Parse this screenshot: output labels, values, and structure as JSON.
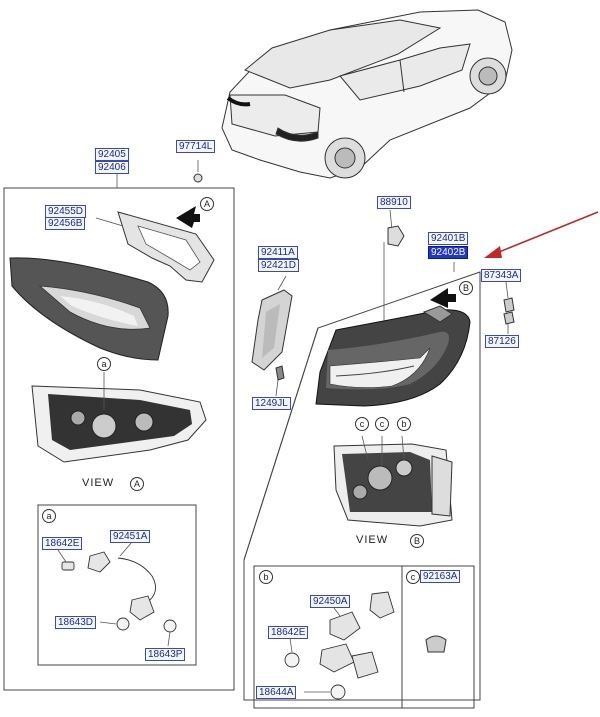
{
  "labels": {
    "p92405": "92405",
    "p92406": "92406",
    "p97714L": "97714L",
    "p92455D": "92455D",
    "p92456B": "92456B",
    "p88910": "88910",
    "p92401B": "92401B",
    "p92402B": "92402B",
    "p92411A": "92411A",
    "p92421D": "92421D",
    "p87343A": "87343A",
    "p87126": "87126",
    "p1249JL": "1249JL",
    "p18642E_a": "18642E",
    "p92451A": "92451A",
    "p18643D": "18643D",
    "p18643P": "18643P",
    "p92450A": "92450A",
    "p18642E_b": "18642E",
    "p18644A": "18644A",
    "p92163A": "92163A"
  },
  "markers": {
    "a": "a",
    "b": "b",
    "c": "c",
    "A": "A",
    "B": "B"
  },
  "views": {
    "viewA": "VIEW",
    "viewB": "VIEW"
  },
  "colors": {
    "callout_arrow": "#c0282a",
    "label_text": "#1a2a8c",
    "highlight": "#2236c8",
    "line": "#333333"
  }
}
